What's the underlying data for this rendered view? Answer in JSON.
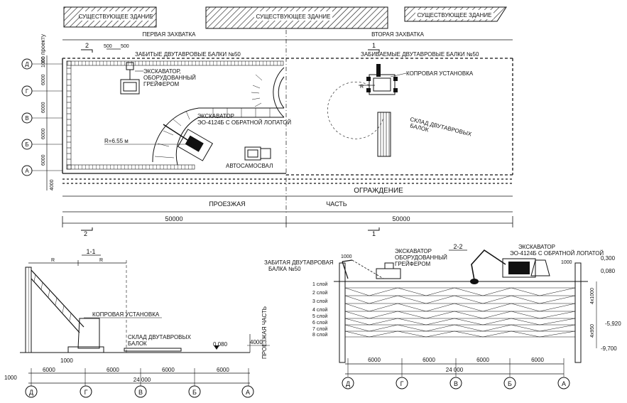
{
  "top_plan": {
    "buildings": [
      "СУЩЕСТВУЮЩЕЕ ЗДАНИЕ",
      "СУЩЕСТВУЮЩЕЕ ЗДАНИЕ",
      "СУЩЕСТВУЮЩЕЕ ЗДАНИЕ"
    ],
    "side_label": "по проекту",
    "stage1": "ПЕРВАЯ ЗАХВАТКА",
    "stage2": "ВТОРАЯ ЗАХВАТКА",
    "beams_driven": "ЗАБИТЫЕ ДВУТАВРОВЫЕ БАЛКИ №50",
    "beams_driving": "ЗАБИВАЕМЫЕ ДВУТАВРОВЫЕ БАЛКИ №50",
    "excavator_grab_1": "ЭКСКАВАТОР,",
    "excavator_grab_2": "ОБОРУДОВАННЫЙ",
    "excavator_grab_3": "ГРЕЙФЕРОМ",
    "excavator_shovel_1": "ЭКСКАВАТОР",
    "excavator_shovel_2": "ЭО-4124Б С ОБРАТНОЙ ЛОПАТОЙ",
    "radius": "R=6.55 м",
    "dump_truck": "АВТОСАМОСВАЛ",
    "pile_driver": "КОПРОВАЯ УСТАНОВКА",
    "beam_storage_1": "СКЛАД ДВУТАВРОВЫХ",
    "beam_storage_2": "БАЛОК",
    "fence": "ОГРАЖДЕНИЕ",
    "road_1": "ПРОЕЗЖАЯ",
    "road_2": "ЧАСТЬ",
    "axes": [
      "Д",
      "Г",
      "В",
      "Б",
      "А"
    ],
    "spacings": [
      "1000",
      "6000",
      "6000",
      "6000",
      "6000",
      "4000"
    ],
    "dim_total_1": "50000",
    "dim_total_2": "50000",
    "cut_2": "2",
    "cut_1": "1",
    "small_dims": [
      "500",
      "500"
    ],
    "r_label": "R"
  },
  "section_1": {
    "title": "1-1",
    "r1": "R",
    "r2": "R",
    "pile_driver": "КОПРОВАЯ УСТАНОВКА",
    "storage_1": "СКЛАД ДВУТАВРОВЫХ",
    "storage_2": "БАЛОК",
    "level": "0,080",
    "road_dim": "4000",
    "road_label": "ПРОЕЗЖАЯ ЧАСТЬ",
    "dim_1000a": "1000",
    "dim_1000b": "1000",
    "spacings": [
      "6000",
      "6000",
      "6000",
      "6000"
    ],
    "total": "24 000",
    "axes": [
      "Д",
      "Г",
      "В",
      "Б",
      "А"
    ]
  },
  "section_2": {
    "title": "2-2",
    "beam_1": "ЗАБИТАЯ ДВУТАВРОВАЯ",
    "beam_2": "БАЛКА №50",
    "dim_1000a": "1000",
    "dim_1000b": "1000",
    "grab_1": "ЭКСКАВАТОР",
    "grab_2": "ОБОРУДОВАННЫЙ",
    "grab_3": "ГРЕЙФЕРОМ",
    "shovel_1": "ЭКСКАВАТОР",
    "shovel_2": "ЭО-4124Б С ОБРАТНОЙ ЛОПАТОЙ",
    "level_top": "0,300",
    "level_2": "0,080",
    "level_3": "-5,920",
    "level_4": "-9,700",
    "dim_4x1000": "4x1000",
    "dim_4x950": "4x950",
    "layers": [
      "1 слой",
      "2 слой",
      "3 слой",
      "4 слой",
      "5 слой",
      "6 слой",
      "7 слой",
      "8 слой"
    ],
    "spacings": [
      "6000",
      "6000",
      "6000",
      "6000"
    ],
    "total": "24 000",
    "axes": [
      "Д",
      "Г",
      "В",
      "Б",
      "А"
    ]
  }
}
